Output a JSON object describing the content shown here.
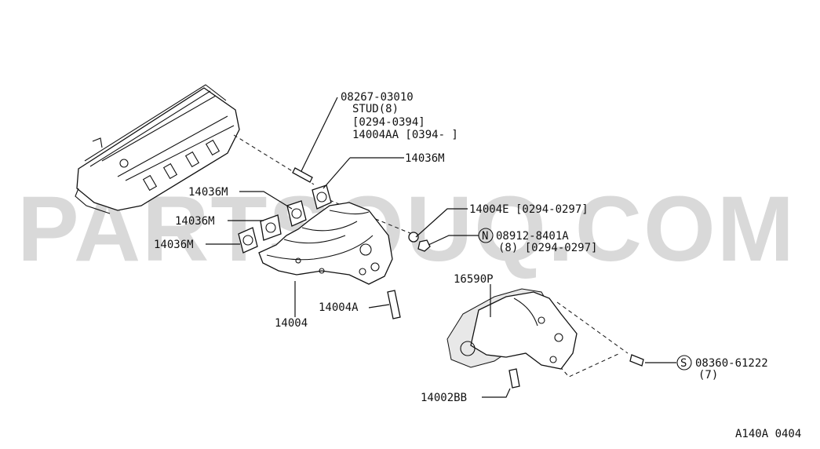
{
  "watermark": "PARTSOUQ.COM",
  "diagram_code": "A140A 0404",
  "labels": {
    "stud_part": "08267-03010",
    "stud_name": "STUD(8)",
    "stud_range1": "[0294-0394]",
    "stud_range2": "14004AA [0394- ]",
    "gasket_top": "14036M",
    "gasket_2": "14036M",
    "gasket_3": "14036M",
    "gasket_4": "14036M",
    "washer": "14004E [0294-0297]",
    "nut_part": "08912-8401A",
    "nut_qty": "(8) [0294-0297]",
    "nut_symbol": "N",
    "manifold": "14004",
    "stud_a": "14004A",
    "heat_shield": "16590P",
    "bolt_symbol": "S",
    "bolt_part": "08360-61222",
    "bolt_qty": "(7)",
    "bolt_bb": "14002BB"
  }
}
